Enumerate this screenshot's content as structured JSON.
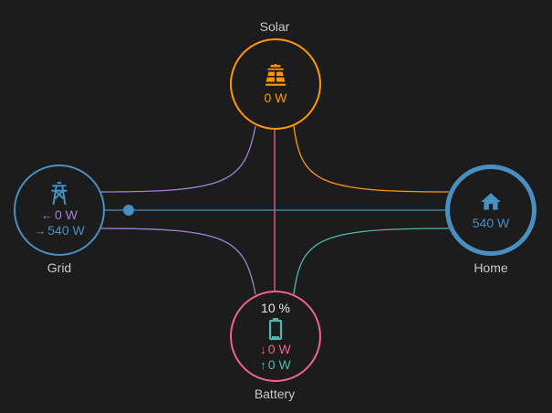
{
  "colors": {
    "solar": "#ff9800",
    "grid": "#488fc2",
    "grid_return": "#a280db",
    "battery": "#f06292",
    "battery_out": "#4db6ac",
    "home": "#488fc2"
  },
  "solar": {
    "label": "Solar",
    "icon": "solar-panel-icon",
    "power": "0 W"
  },
  "grid": {
    "label": "Grid",
    "icon": "transmission-tower-icon",
    "return_arrow": "←",
    "return_power": "0 W",
    "consumption_arrow": "→",
    "consumption_power": "540 W"
  },
  "home": {
    "label": "Home",
    "icon": "home-icon",
    "power": "540 W"
  },
  "battery": {
    "label": "Battery",
    "icon": "battery-icon",
    "state_of_charge": "10 %",
    "in_arrow": "↓",
    "in_power": "0 W",
    "out_arrow": "↑",
    "out_power": "0 W"
  }
}
